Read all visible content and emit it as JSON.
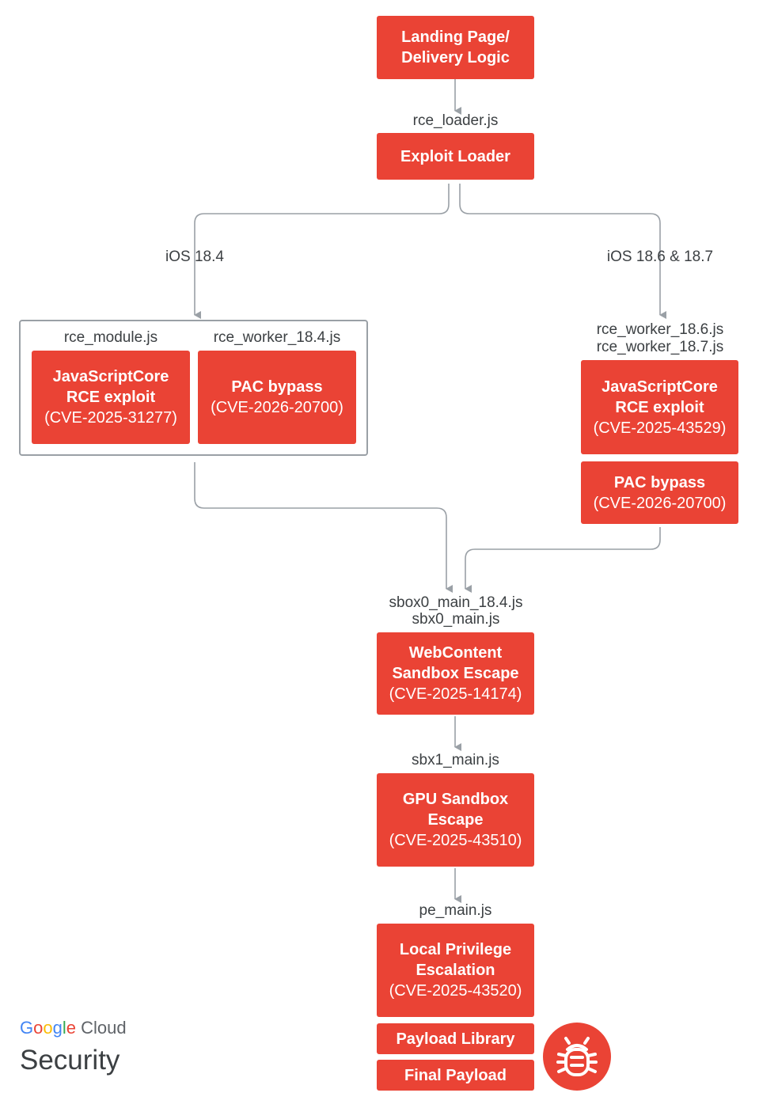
{
  "nodes": {
    "landing": {
      "title_1": "Landing Page/",
      "title_2": "Delivery Logic"
    },
    "loader": {
      "title": "Exploit Loader"
    },
    "jsc_184": {
      "title_1": "JavaScriptCore",
      "title_2": "RCE exploit",
      "cve": "(CVE-2025-31277)"
    },
    "pac_184": {
      "title": "PAC bypass",
      "cve": "(CVE-2026-20700)"
    },
    "jsc_186": {
      "title_1": "JavaScriptCore",
      "title_2": "RCE exploit",
      "cve": "(CVE-2025-43529)"
    },
    "pac_186": {
      "title": "PAC bypass",
      "cve": "(CVE-2026-20700)"
    },
    "webcontent": {
      "title_1": "WebContent",
      "title_2": "Sandbox Escape",
      "cve": "(CVE-2025-14174)"
    },
    "gpu": {
      "title_1": "GPU Sandbox",
      "title_2": "Escape",
      "cve": "(CVE-2025-43510)"
    },
    "lpe": {
      "title_1": "Local Privilege",
      "title_2": "Escalation",
      "cve": "(CVE-2025-43520)"
    },
    "payload_library": {
      "title": "Payload Library"
    },
    "final_payload": {
      "title": "Final Payload"
    }
  },
  "labels": {
    "rce_loader": "rce_loader.js",
    "ios_184": "iOS 18.4",
    "ios_186_187": "iOS 18.6 & 18.7",
    "rce_module": "rce_module.js",
    "rce_worker_184": "rce_worker_18.4.js",
    "rce_worker_186": "rce_worker_18.6.js",
    "rce_worker_187": "rce_worker_18.7.js",
    "sbox0_main_184": "sbox0_main_18.4.js",
    "sbx0_main": "sbx0_main.js",
    "sbx1_main": "sbx1_main.js",
    "pe_main": "pe_main.js"
  },
  "branding": {
    "brand_word": "Google",
    "product_word": "Cloud",
    "security_word": "Security",
    "icon": "bug-icon"
  },
  "colors": {
    "node_fill": "#ea4335",
    "node_text": "#ffffff",
    "connector": "#9aa0a6",
    "google_blue": "#4285f4",
    "google_red": "#ea4335",
    "google_yellow": "#fbbc05",
    "google_green": "#34a853"
  }
}
